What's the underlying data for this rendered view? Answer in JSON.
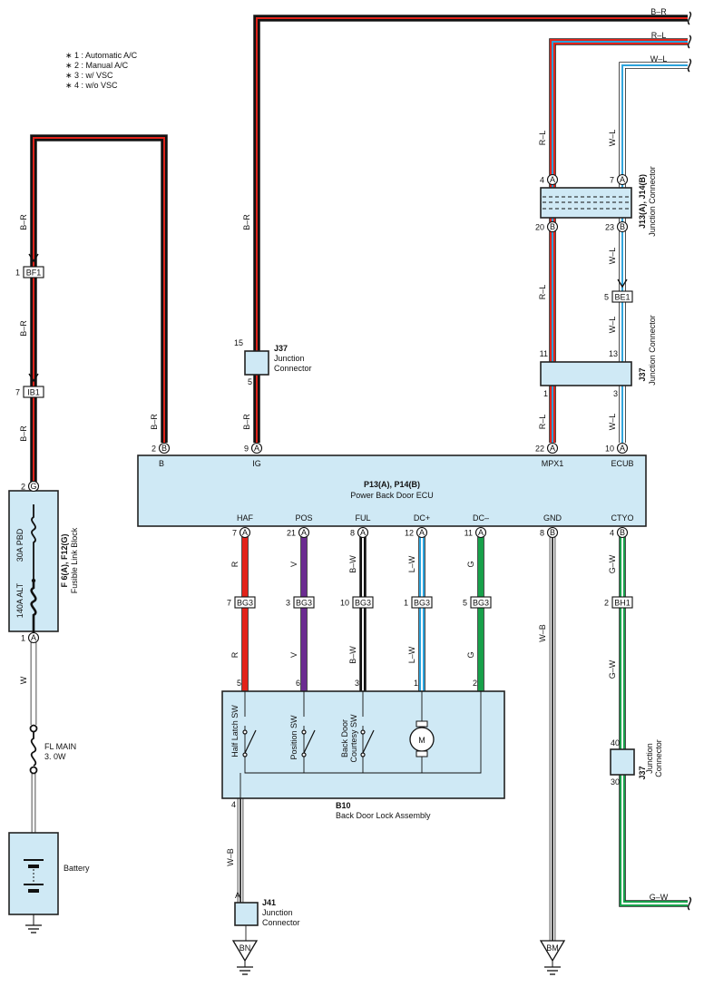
{
  "notes": [
    "∗ 1 : Automatic A/C",
    "∗ 2 : Manual A/C",
    "∗ 3 : w/ VSC",
    "∗ 4 : w/o VSC"
  ],
  "colors": {
    "red": "#e2231a",
    "black": "#111111",
    "blue": "#2aa3dc",
    "green": "#17a04a",
    "violet": "#6b2c91",
    "box": "#cfe9f5",
    "white": "#ffffff"
  },
  "wire_labels": {
    "br": "B–R",
    "rl": "R–L",
    "wl": "W–L",
    "w": "W",
    "wb": "W–B",
    "r": "R",
    "v": "V",
    "bw": "B–W",
    "lw": "L–W",
    "g": "G",
    "gw": "G–W"
  },
  "ecu": {
    "title": "P13(A), P14(B)",
    "name": "Power Back Door ECU",
    "pins_top": {
      "b": "B",
      "ig": "IG",
      "mpx1": "MPX1",
      "ecub": "ECUB"
    },
    "pins_bottom": {
      "haf": "HAF",
      "pos": "POS",
      "ful": "FUL",
      "dcp": "DC+",
      "dcm": "DC–",
      "gnd": "GND",
      "ctyo": "CTYO"
    }
  },
  "fuse_block": {
    "title": "F 6(A), F12(G)",
    "name": "Fusible Link Block",
    "fuse1": "30A PBD",
    "fuse2": "140A ALT"
  },
  "fl_main": {
    "name": "FL MAIN",
    "rating": "3. 0W"
  },
  "battery": "Battery",
  "j13": {
    "title": "J13(A), J14(B)",
    "name": "Junction Connector"
  },
  "j37": {
    "title": "J37",
    "line1": "Junction",
    "line2": "Connector",
    "name": "Junction Connector"
  },
  "j41": {
    "title": "J41",
    "line1": "Junction",
    "line2": "Connector"
  },
  "b10": {
    "title": "B10",
    "name": "Back Door Lock Assembly",
    "sw1": "Half Latch SW",
    "sw2": "Position SW",
    "sw3a": "Back Door",
    "sw3b": "Courtesy SW",
    "motor": "M"
  },
  "connectors": {
    "bf1": "BF1",
    "ib1": "IB1",
    "be1": "BE1",
    "bg3": "BG3",
    "bh1": "BH1"
  },
  "grounds": {
    "bn": "BN",
    "bm": "BM"
  },
  "pins": {
    "a": "A",
    "b": "B",
    "g": "G"
  },
  "nums": {
    "n1": "1",
    "n2": "2",
    "n3": "3",
    "n4": "4",
    "n5": "5",
    "n6": "6",
    "n7": "7",
    "n8": "8",
    "n9": "9",
    "n10": "10",
    "n11": "11",
    "n12": "12",
    "n13": "13",
    "n15": "15",
    "n20": "20",
    "n21": "21",
    "n22": "22",
    "n23": "23",
    "n30": "30",
    "n40": "40",
    "na": "A"
  }
}
